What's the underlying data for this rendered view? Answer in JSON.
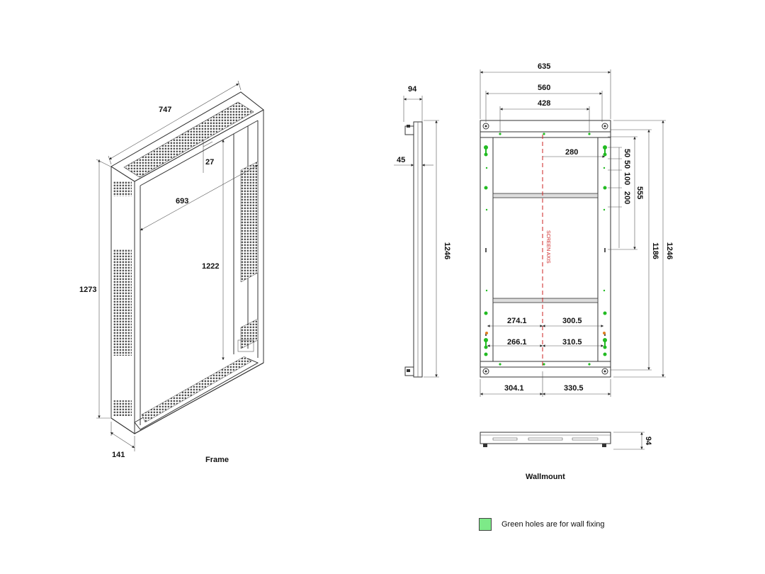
{
  "frame": {
    "caption": "Frame",
    "dims": {
      "width": "747",
      "top_offset": "27",
      "inner_width": "693",
      "inner_height": "1222",
      "height": "1273",
      "depth": "141"
    }
  },
  "side": {
    "dims": {
      "depth": "94",
      "bracket": "45",
      "height": "1246"
    }
  },
  "wallmount": {
    "caption": "Wallmount",
    "axis_label": "SCREEN AXIS",
    "dims": {
      "w635": "635",
      "w560": "560",
      "w428": "428",
      "w280": "280",
      "v50a": "50",
      "v50b": "50",
      "v100": "100",
      "v200": "200",
      "v555": "555",
      "v1186": "1186",
      "v1246": "1246",
      "l274": "274.1",
      "r300": "300.5",
      "l266": "266.1",
      "r310": "310.5",
      "b304": "304.1",
      "b330": "330.5",
      "bottom_depth": "94"
    }
  },
  "legend": {
    "text": "Green holes are for wall fixing",
    "color": "#7dea88"
  },
  "colors": {
    "hole_green": "#22bb22",
    "axis_red": "#cc2222"
  }
}
